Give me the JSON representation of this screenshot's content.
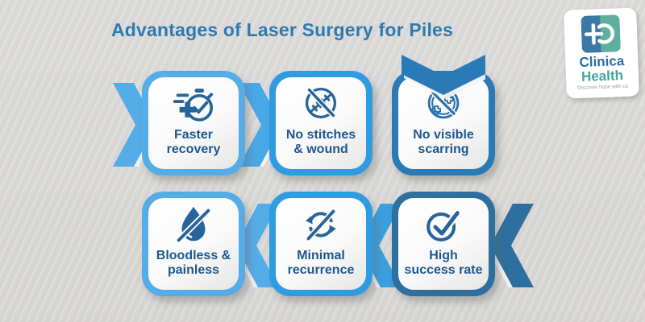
{
  "title": "Advantages of Laser Surgery for Piles",
  "logo": {
    "name_line1": "Clinica",
    "name_line2": "Health",
    "tagline": "Discover hope with us",
    "icon": "clinica-health-monogram-icon",
    "colors": {
      "name": "#2e6ba6",
      "health": "#3fa69c",
      "square_left": "#3b79a5",
      "square_right": "#5fae9f"
    }
  },
  "colors": {
    "background": "#d9d8d6",
    "title": "#2e7ab2",
    "card_text": "#1e578f",
    "icon_stroke": "#27649b",
    "border_light": "#55ade8",
    "border_bright": "#2f9ce2",
    "border_dark": "#2b7ab8",
    "border_steel": "#2d6f9f"
  },
  "cards": [
    {
      "label": "Faster recovery",
      "label_line1": "Faster",
      "label_line2": "recovery",
      "icon": "stopwatch-check-icon",
      "border_color": "#55ade8"
    },
    {
      "label": "No stitches & wound",
      "label_line1": "No stitches",
      "label_line2": "& wound",
      "icon": "no-stitches-icon",
      "border_color": "#2f9ce2"
    },
    {
      "label": "No visible scarring",
      "label_line1": "No visible",
      "label_line2": "scarring",
      "icon": "no-scarring-icon",
      "border_color": "#2b7ab8"
    },
    {
      "label": "Bloodless & painless",
      "label_line1": "Bloodless &",
      "label_line2": "painless",
      "icon": "no-blood-drop-icon",
      "border_color": "#55ade8"
    },
    {
      "label": "Minimal recurrence",
      "label_line1": "Minimal",
      "label_line2": "recurrence",
      "icon": "no-recurrence-icon",
      "border_color": "#2f9ce2"
    },
    {
      "label": "High success rate",
      "label_line1": "High",
      "label_line2": "success rate",
      "icon": "check-circle-icon",
      "border_color": "#2d6f9f"
    }
  ],
  "arrows": [
    {
      "direction": "right",
      "color": "#55ade8",
      "position": "entry-to-card-1"
    },
    {
      "direction": "right",
      "color": "#49a8e8",
      "position": "card-1-to-card-2"
    },
    {
      "direction": "down",
      "color": "#2b7ab8",
      "position": "into-card-3"
    },
    {
      "direction": "left",
      "color": "#55ade8",
      "position": "card-5-to-card-4"
    },
    {
      "direction": "left",
      "color": "#3a9fde",
      "position": "card-6-to-card-5"
    },
    {
      "direction": "left",
      "color": "#2d6f9f",
      "position": "entry-to-card-6"
    }
  ]
}
